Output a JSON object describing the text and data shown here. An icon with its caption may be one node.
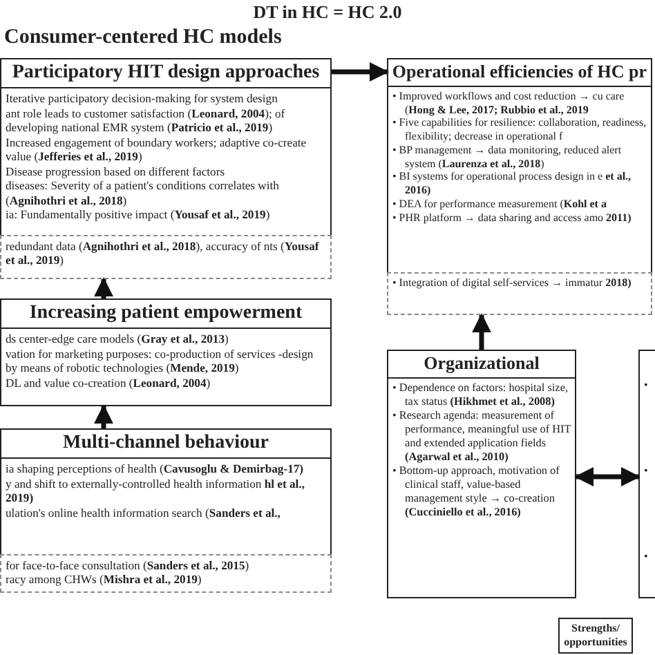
{
  "diagram": {
    "title": "DT in HC = HC 2.0",
    "nodes": [
      {
        "text": [
          "Participatory HIT design approaches",
          "Iterative participatory decision-making for system design",
          "ant role leads to customer satisfaction (**Leonard, 2004**); of developing national EMR system (**Patricio et al., 2019**)",
          "Increased engagement of boundary workers; adaptive co-create value (**Jefferies et al., 2019**)",
          "Disease progression based on different factors",
          "diseases: Severity of a patient's conditions correlates with (**Agnihothri et al., 2018**)",
          "ia: Fundamentally positive impact (**Yousaf et al., 2019**)"
        ]
      },
      {
        "text": [
          "redundant data (**Agnihothri et al., 2018**), accuracy of nts (**Yousaf et al., 2019**)"
        ]
      },
      {
        "text": [
          "Increasing patient empowerment",
          "ds center-edge care models (**Gray et al., 2013**)",
          "vation for marketing purposes: co-production of services -design by means of robotic technologies (**Mende, 2019**)",
          "DL and value co-creation (**Leonard, 2004**)"
        ]
      },
      {
        "text": [
          "Multi-channel behaviour",
          "ia shaping perceptions of health (**Cavusoglu & Demirbag-17)**",
          "y and shift to externally-controlled health information **hl et al., 2019)**",
          "ulation's online health information search (**Sanders et al.,**"
        ]
      },
      {
        "text": [
          "for face-to-face consultation (**Sanders et al., 2015**)",
          "racy among CHWs (**Mishra et al., 2019**)"
        ]
      },
      {
        "text": [
          "Operational efficiencies of HC pr",
          "• Improved workflows and cost reduction → cu care (**Hong & Lee, 2017; Rubbio et al., 2019**",
          "• Five capabilities for resilience: collaboration, readiness, flexibility; decrease in operational f",
          "• BP management → data monitoring, reduced alert system (**Laurenza et al., 2018**)",
          "• BI systems for operational process design in e **et al., 2016)**",
          "• DEA for performance measurement (**Kohl et a**",
          "• PHR platform → data sharing and access amo **2011)**"
        ]
      },
      {
        "text": [
          "• Integration of digital self-services → immatur **2018)**"
        ]
      },
      {
        "text": [
          "Organizational",
          "• Dependence on factors: hospital size, tax status **(Hikhmet et al., 2008)**",
          "• Research agenda: measurement of performance, meaningful use of HIT and extended application fields **(Agarwal et al., 2010)**",
          "• Bottom-up approach, motivation of clinical staff, value-based management style → co-creation **(Cucciniello et al., 2016)**"
        ]
      },
      {
        "text": [
          "•",
          "•",
          "•"
        ]
      },
      {
        "text": [
          "Strengths/ opportunities"
        ]
      }
    ],
    "edges": [
      {
        "from": 0,
        "to": 5,
        "arrow": "to"
      },
      {
        "from": 2,
        "to": 1,
        "arrow": "to"
      },
      {
        "from": 3,
        "to": 2,
        "arrow": "to"
      },
      {
        "from": 7,
        "to": 6,
        "arrow": "to"
      },
      {
        "from": 7,
        "to": 8,
        "arrow": "both"
      }
    ],
    "labels": [
      "Consumer-centered HC models"
    ]
  }
}
